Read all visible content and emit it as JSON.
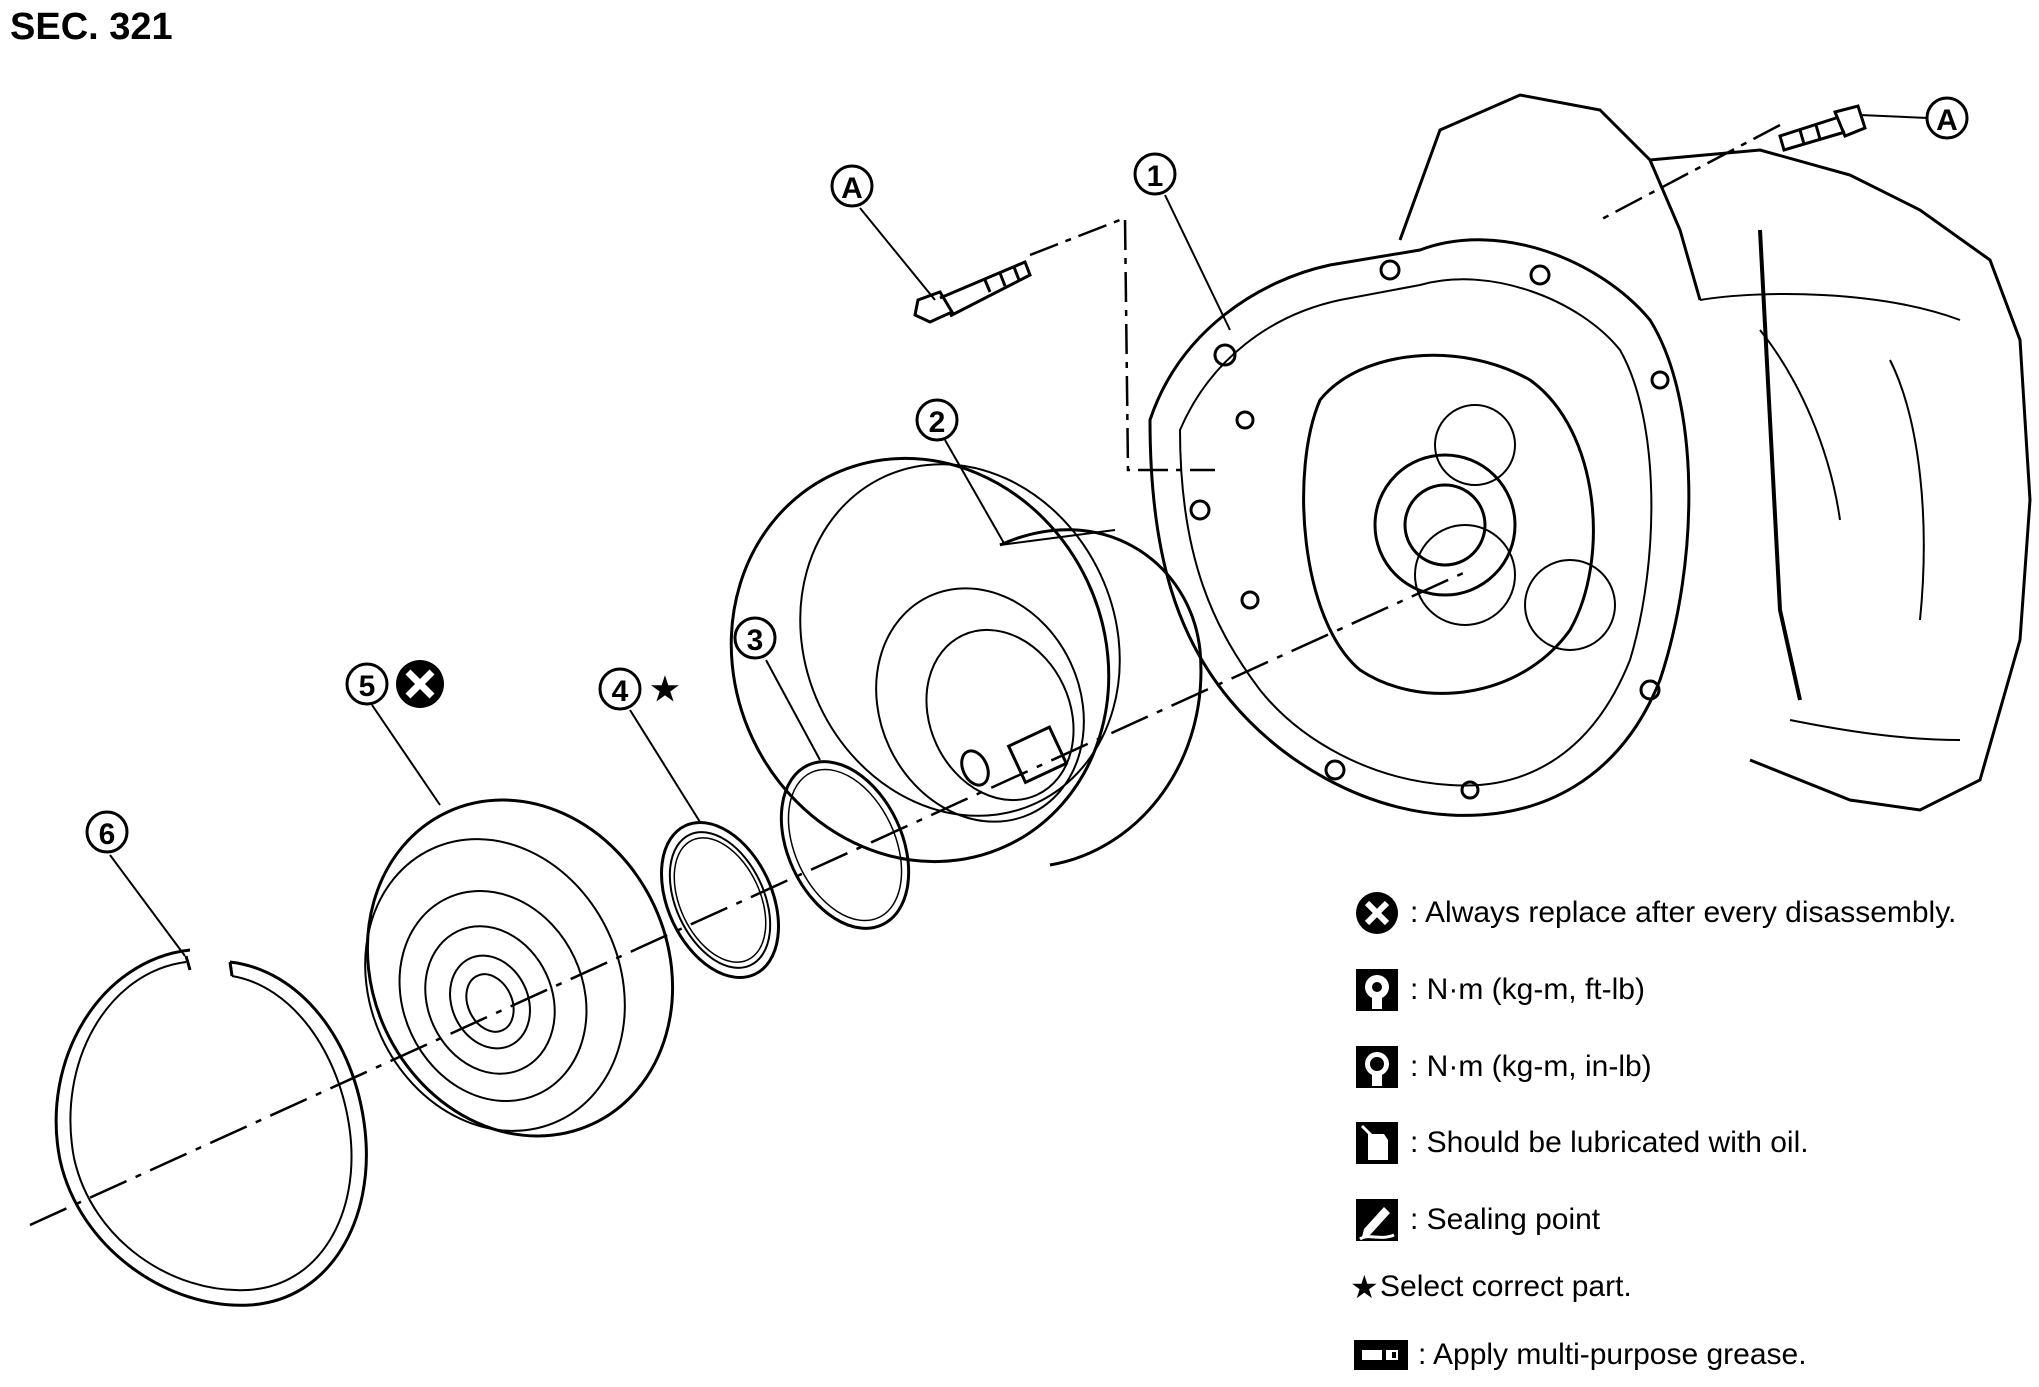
{
  "section_label": "SEC. 321",
  "callouts": {
    "a_left": "A",
    "a_right": "A",
    "p1": "1",
    "p2": "2",
    "p3": "3",
    "p4": "4",
    "p5": "5",
    "p6": "6",
    "star": "★"
  },
  "legend": [
    {
      "icon": "circle-x-icon",
      "text": ": Always replace after every disassembly."
    },
    {
      "icon": "torque-wrench-icon",
      "text": ": N·m (kg-m, ft-lb)"
    },
    {
      "icon": "torque-wrench-filled-icon",
      "text": ": N·m (kg-m, in-lb)"
    },
    {
      "icon": "oil-can-icon",
      "text": ": Should be lubricated with oil."
    },
    {
      "icon": "sealant-icon",
      "text": ": Sealing point"
    },
    {
      "icon": "star-icon",
      "text": "Select correct part."
    },
    {
      "icon": "grease-gun-icon",
      "text": ": Apply multi-purpose grease."
    }
  ]
}
